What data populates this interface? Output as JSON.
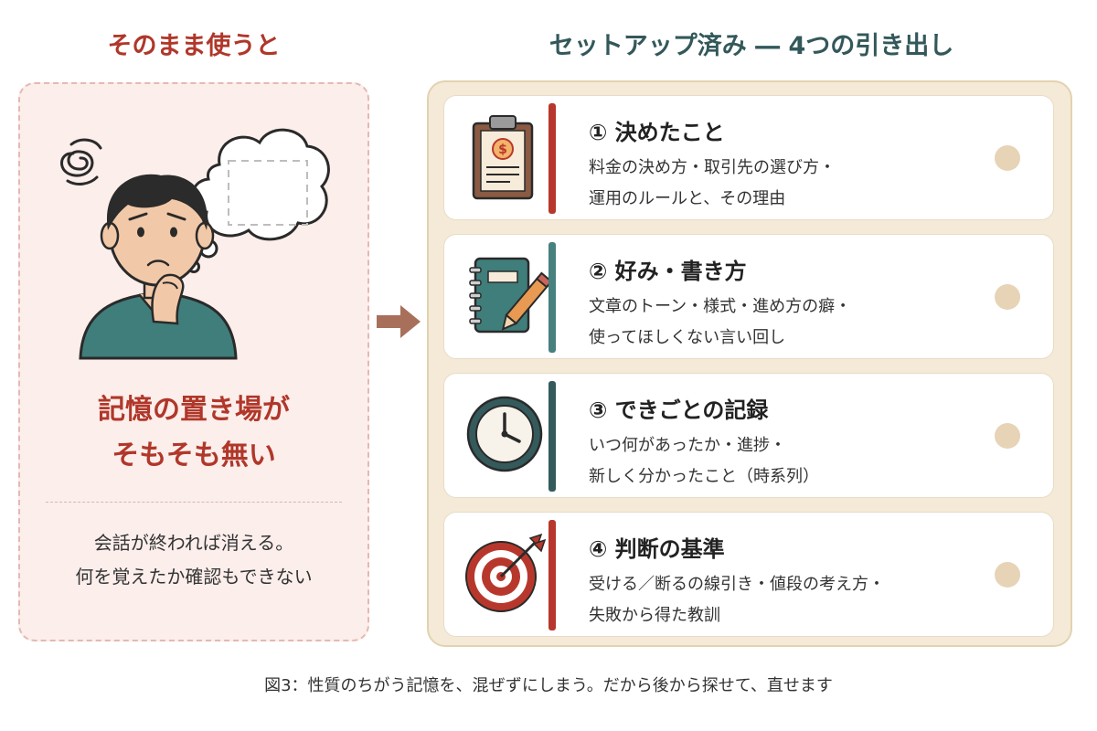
{
  "left": {
    "heading": "そのまま使うと",
    "big_line1": "記憶の置き場が",
    "big_line2": "そもそも無い",
    "small_line1": "会話が終われば消える。",
    "small_line2": "何を覚えたか確認もできない"
  },
  "right": {
    "heading": "セットアップ済み ― 4つの引き出し",
    "cards": [
      {
        "title": "① 決めたこと",
        "desc_line1": "料金の決め方・取引先の選び方・",
        "desc_line2": "運用のルールと、その理由",
        "icon": "clipboard-dollar-icon",
        "bar_color": "#b8372c"
      },
      {
        "title": "② 好み・書き方",
        "desc_line1": "文章のトーン・様式・進め方の癖・",
        "desc_line2": "使ってほしくない言い回し",
        "icon": "notebook-pencil-icon",
        "bar_color": "#46807f"
      },
      {
        "title": "③ できごとの記録",
        "desc_line1": "いつ何があったか・進捗・",
        "desc_line2": "新しく分かったこと（時系列）",
        "icon": "clock-icon",
        "bar_color": "#345a5c"
      },
      {
        "title": "④ 判断の基準",
        "desc_line1": "受ける／断るの線引き・値段の考え方・",
        "desc_line2": "失敗から得た教訓",
        "icon": "target-arrow-icon",
        "bar_color": "#b8372c"
      }
    ]
  },
  "caption": "図3：性質のちがう記憶を、混ぜずにしまう。だから後から探せて、直せます",
  "colors": {
    "accent_red": "#b0372a",
    "accent_teal": "#33585a",
    "left_panel_bg": "#fbeeeb",
    "right_panel_bg": "#f4ead7",
    "dot": "#e7d3b6"
  }
}
